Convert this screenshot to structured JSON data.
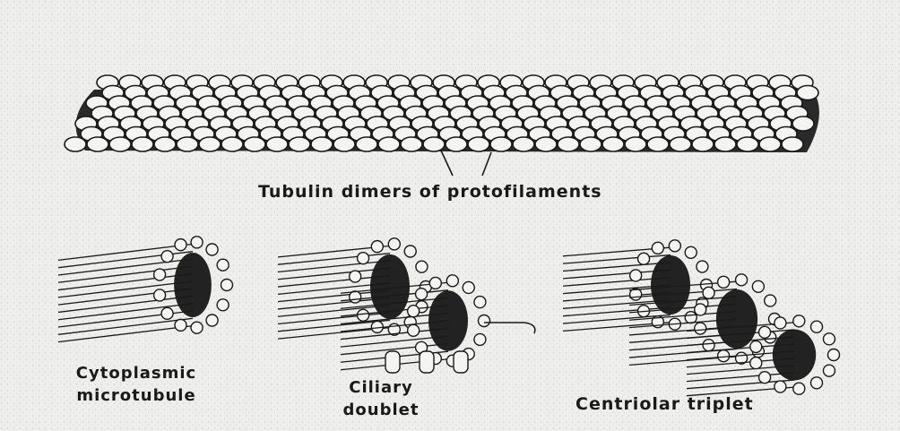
{
  "captions": {
    "protofilaments": "Tubulin dimers of protofilaments",
    "cytoplasmic_line1": "Cytoplasmic",
    "cytoplasmic_line2": "microtubule",
    "ciliary_line1": "Ciliary",
    "ciliary_line2": "doublet",
    "centriolar": "Centriolar triplet"
  },
  "colors": {
    "background": "#eeeeec",
    "ink": "#1a1a1a",
    "bead": "#f4f4f2"
  }
}
